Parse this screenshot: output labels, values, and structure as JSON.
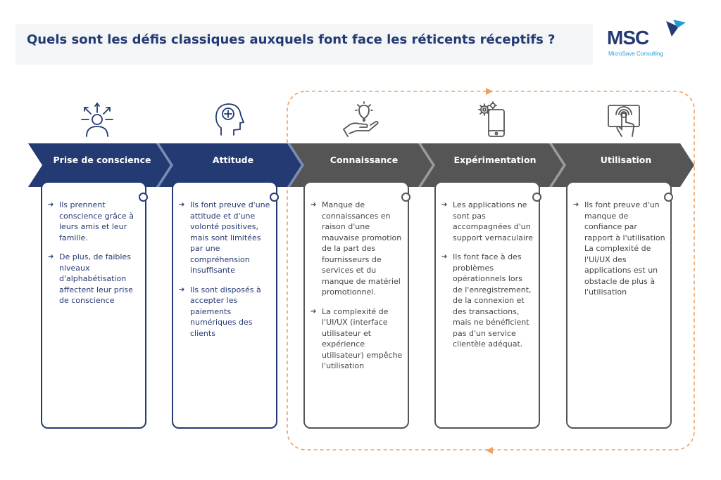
{
  "header": {
    "title": "Quels sont les défis classiques auxquels font face les réticents réceptifs ?"
  },
  "logo": {
    "name": "MSC",
    "subtitle": "MicroSave Consulting"
  },
  "colors": {
    "blue": "#243a73",
    "grey": "#555555",
    "orange": "#f0a060",
    "accent_light_blue": "#1e9bd7"
  },
  "stages": [
    {
      "label": "Prise de conscience",
      "icon": "person-ideas-icon",
      "style": "blue",
      "items": [
        "Ils prennent conscience grâce à leurs amis et leur famille.",
        "De plus, de faibles niveaux d'alphabétisation affectent leur prise de conscience"
      ]
    },
    {
      "label": "Attitude",
      "icon": "head-plus-icon",
      "style": "blue",
      "items": [
        "Ils font preuve d'une attitude et d'une volonté positives, mais sont limitées par une compréhension insuffisante",
        "Ils sont disposés à accepter les paiements numériques des clients"
      ]
    },
    {
      "label": "Connaissance",
      "icon": "hand-lightbulb-icon",
      "style": "grey",
      "items": [
        "Manque de connaissances en raison d'une mauvaise promotion de la part des fournisseurs de services et du manque de matériel promotionnel.",
        "La complexité de l'UI/UX (interface utilisateur et expérience utilisateur) empêche l'utilisation"
      ]
    },
    {
      "label": "Expérimentation",
      "icon": "phone-gears-icon",
      "style": "grey",
      "items": [
        "Les applications ne sont pas accompagnées d'un support vernaculaire",
        "Ils font face à des problèmes opérationnels lors de l'enregistrement, de la connexion et des transactions, mais ne bénéficient pas d'un service clientèle adéquat."
      ]
    },
    {
      "label": "Utilisation",
      "icon": "touch-screen-icon",
      "style": "grey",
      "items": [
        "Ils font preuve d'un manque de confiance par rapport à l'utilisation La complexité de l'UI/UX des applications est un obstacle de plus à l'utilisation"
      ]
    }
  ]
}
